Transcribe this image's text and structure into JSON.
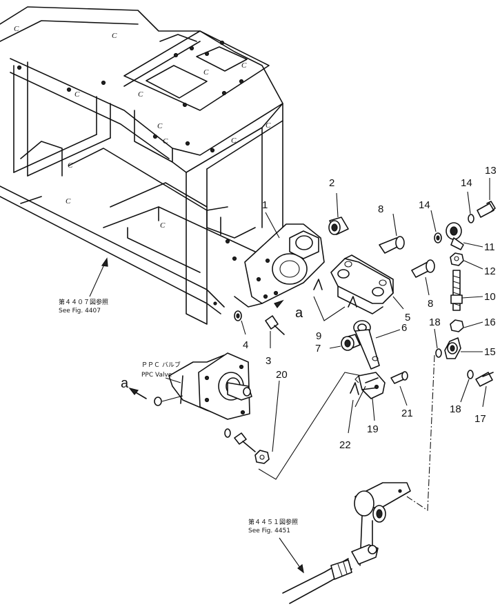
{
  "references": {
    "fig4407_jp": "第４４０７図参照",
    "fig4407_en": "See Fig. 4407",
    "fig4451_jp": "第４４５１図参照",
    "fig4451_en": "See Fig. 4451",
    "ppc_jp": "ＰＰＣ バルブ",
    "ppc_en": "PPC Valve"
  },
  "letters": {
    "a_right": "a",
    "a_left": "a"
  },
  "frame_marks": [
    "C",
    "C",
    "C",
    "C",
    "C",
    "C",
    "C",
    "C",
    "C",
    "C",
    "C",
    "C",
    "C"
  ],
  "callouts": [
    {
      "id": "1",
      "label": "1"
    },
    {
      "id": "2",
      "label": "2"
    },
    {
      "id": "3",
      "label": "3"
    },
    {
      "id": "4",
      "label": "4"
    },
    {
      "id": "5",
      "label": "5"
    },
    {
      "id": "6",
      "label": "6"
    },
    {
      "id": "7",
      "label": "7"
    },
    {
      "id": "8a",
      "label": "8"
    },
    {
      "id": "8b",
      "label": "8"
    },
    {
      "id": "9",
      "label": "9"
    },
    {
      "id": "10",
      "label": "10"
    },
    {
      "id": "11",
      "label": "11"
    },
    {
      "id": "12",
      "label": "12"
    },
    {
      "id": "13",
      "label": "13"
    },
    {
      "id": "14a",
      "label": "14"
    },
    {
      "id": "14b",
      "label": "14"
    },
    {
      "id": "15",
      "label": "15"
    },
    {
      "id": "16",
      "label": "16"
    },
    {
      "id": "17",
      "label": "17"
    },
    {
      "id": "18a",
      "label": "18"
    },
    {
      "id": "18b",
      "label": "18"
    },
    {
      "id": "19",
      "label": "19"
    },
    {
      "id": "20",
      "label": "20"
    },
    {
      "id": "21",
      "label": "21"
    },
    {
      "id": "22",
      "label": "22"
    }
  ]
}
